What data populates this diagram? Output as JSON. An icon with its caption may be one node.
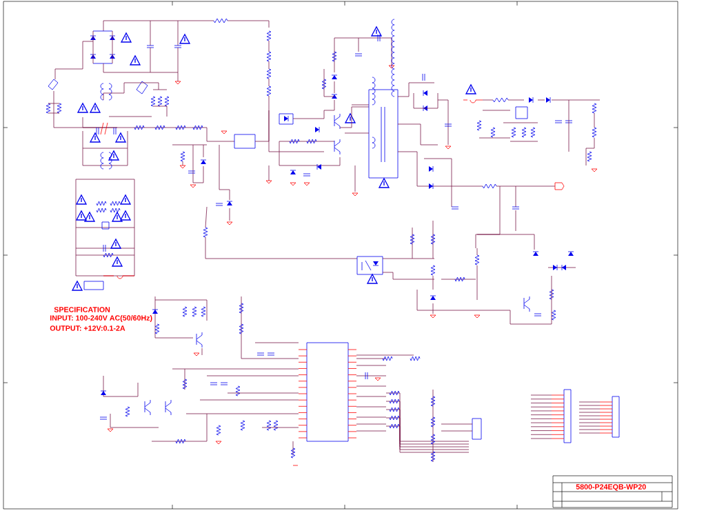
{
  "diagram": {
    "labels": [
      "SPECIFICATION",
      "INPUT: 100-240V AC(50/60Hz)",
      "OUTPUT: +12V:0.1-2A",
      "5800-P24EQB-WP20"
    ]
  }
}
